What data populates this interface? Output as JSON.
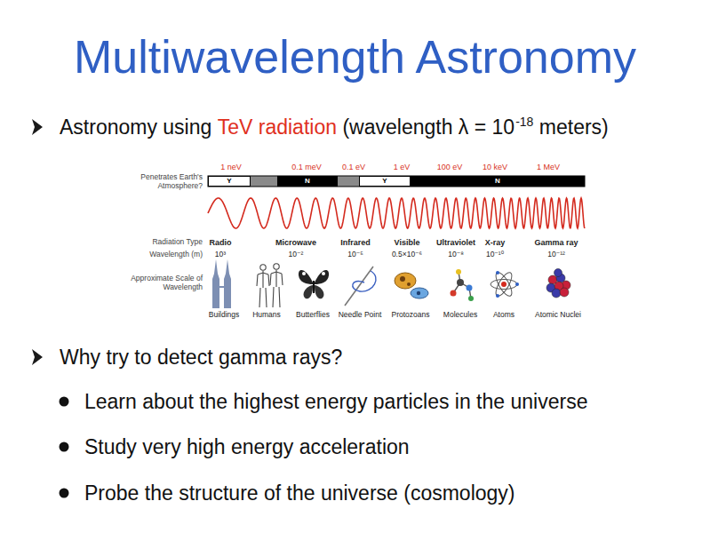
{
  "diagram": {
    "title": "Multiwavelength Astronomy",
    "nodes": [
      {
        "text": [
          "Y"
        ]
      },
      {
        "text": [
          "N"
        ]
      },
      {
        "text": [
          "Y"
        ]
      },
      {
        "text": [
          "N"
        ]
      }
    ],
    "labels": [
      "Astronomy using",
      "TeV radiation",
      "(wavelength λ = 10",
      "-18",
      "meters)",
      "1 neV",
      "0.1 meV",
      "0.1 eV",
      "1 eV",
      "100 eV",
      "10 keV",
      "1 MeV",
      "Penetrates Earth's Atmosphere?",
      "Radiation Type",
      "Wavelength (m)",
      "Approximate Scale of Wavelength",
      "Radio",
      "Microwave",
      "Infrared",
      "Visible",
      "Ultraviolet",
      "X-ray",
      "Gamma ray",
      "10³",
      "10⁻²",
      "10⁻⁵",
      "0.5×10⁻⁶",
      "10⁻⁸",
      "10⁻¹⁰",
      "10⁻¹²",
      "Buildings",
      "Humans",
      "Butterflies",
      "Needle Point",
      "Protozoans",
      "Molecules",
      "Atoms",
      "Atomic Nuclei",
      "Why try to detect gamma rays?",
      "Learn about the highest energy particles in the universe",
      "Study very high energy acceleration",
      "Probe the structure of the universe (cosmology)"
    ]
  }
}
